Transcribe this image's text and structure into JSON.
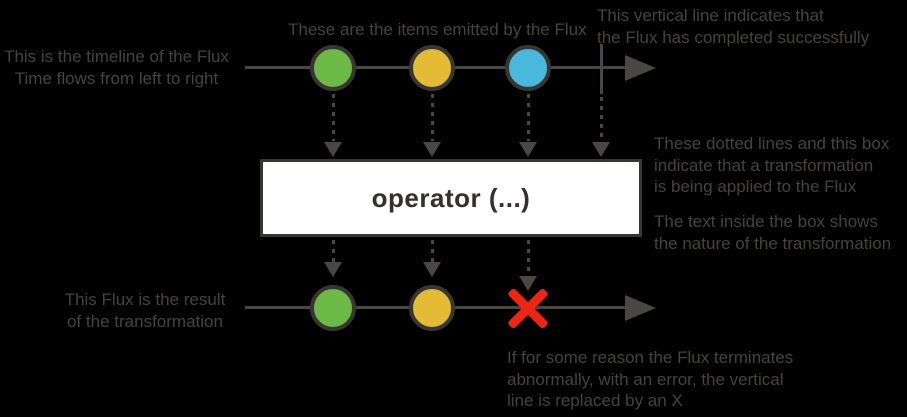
{
  "colors": {
    "background": "#000000",
    "annotation_text": "#45433f",
    "line": "#4a4641",
    "circle_stroke": "#383632",
    "green": "#6cba45",
    "yellow": "#e4bb35",
    "blue": "#4ab8da",
    "error_red": "#ee2512",
    "box_bg": "#ffffff",
    "box_text": "#333130"
  },
  "annotations": {
    "timeline_note": {
      "lines": [
        "This is the timeline of the Flux",
        "Time flows from left to right"
      ]
    },
    "items_note": {
      "lines": [
        "These are the items emitted by the Flux"
      ]
    },
    "complete_note": {
      "lines": [
        "This vertical line indicates that",
        "the Flux has completed successfully"
      ]
    },
    "transform_note": {
      "lines": [
        "These dotted lines and this box",
        "indicate that a transformation",
        "is being applied to the Flux"
      ]
    },
    "box_text_note": {
      "lines": [
        "The text inside the box shows",
        "the nature of the transformation"
      ]
    },
    "result_note": {
      "lines": [
        "This Flux is the result",
        "of the transformation"
      ]
    },
    "error_note": {
      "lines": [
        "If for some reason the Flux terminates",
        "abnormally, with an error, the vertical",
        "line is replaced by an X"
      ]
    }
  },
  "operator_box": {
    "label": "operator (...)"
  },
  "marbles": {
    "source": [
      "green",
      "yellow",
      "blue"
    ],
    "result": [
      "green",
      "yellow"
    ]
  }
}
